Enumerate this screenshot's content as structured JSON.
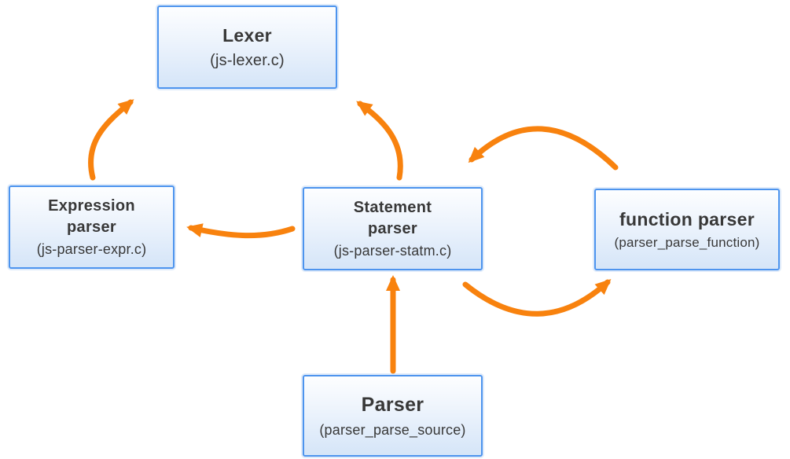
{
  "diagram": {
    "nodes": {
      "lexer": {
        "title": "Lexer",
        "subtitle": "(js-lexer.c)"
      },
      "expression_parser": {
        "title": "Expression\nparser",
        "subtitle": "(js-parser-expr.c)"
      },
      "statement_parser": {
        "title": "Statement\nparser",
        "subtitle": "(js-parser-statm.c)"
      },
      "function_parser": {
        "title": "function parser",
        "subtitle": "(parser_parse_function)"
      },
      "parser": {
        "title": "Parser",
        "subtitle": "(parser_parse_source)"
      }
    },
    "connections": [
      {
        "from": "expression_parser",
        "to": "lexer"
      },
      {
        "from": "statement_parser",
        "to": "lexer"
      },
      {
        "from": "statement_parser",
        "to": "expression_parser"
      },
      {
        "from": "function_parser",
        "to": "statement_parser"
      },
      {
        "from": "statement_parser",
        "to": "function_parser"
      },
      {
        "from": "parser",
        "to": "statement_parser"
      }
    ],
    "colors": {
      "arrow_orange": "#F8820E",
      "node_border_blue": "#4D94EE",
      "node_fill_top": "#FDFEFF",
      "node_fill_bottom": "#D5E5F8",
      "text_dark": "#383838"
    }
  }
}
